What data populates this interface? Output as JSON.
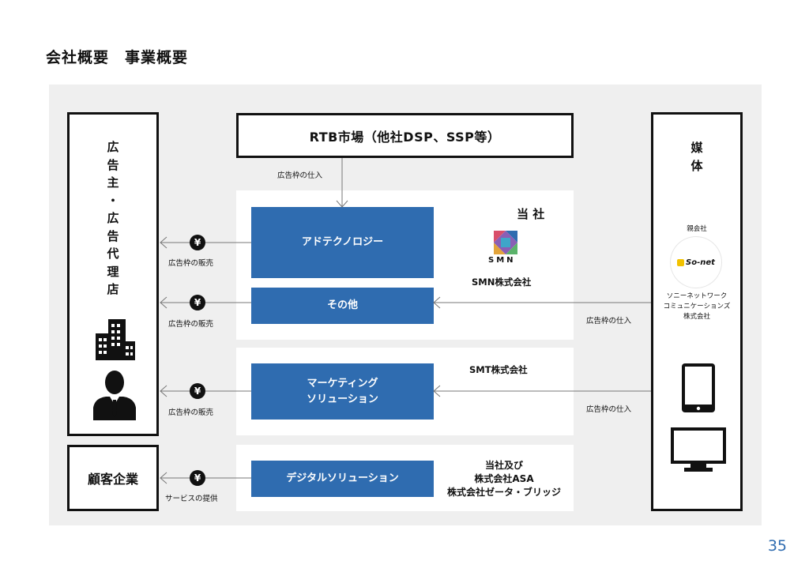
{
  "page": {
    "title": "会社概要　事業概要",
    "page_number": "35"
  },
  "market": {
    "label": "RTB市場（他社DSP、SSP等）",
    "purchase_label": "広告枠の仕入"
  },
  "advertisers": {
    "label": "広\n告\n主\n・\n広\n告\n代\n理\n店"
  },
  "customers": {
    "label": "顧客企業"
  },
  "media": {
    "label": "媒\n体",
    "parent_label": "親会社",
    "sonet_logo_text": "So-net",
    "company": "ソニーネットワーク\nコミュニケーションズ\n株式会社"
  },
  "company_section": {
    "heading": "当 社",
    "smn_logo_text": "SMN",
    "smn_name": "SMN株式会社",
    "ad_tech": "アドテクノロジー",
    "other": "その他"
  },
  "smt_section": {
    "name": "SMT株式会社",
    "marketing": "マーケティング\nソリューション"
  },
  "digital_section": {
    "companies": "当社及び\n株式会社ASA\n株式会社ゼータ・ブリッジ",
    "digital": "デジタルソリューション"
  },
  "flows": {
    "yen_symbol": "¥",
    "sale_label": "広告枠の販売",
    "service_label": "サービスの提供",
    "purchase_label": "広告枠の仕入"
  },
  "colors": {
    "accent_blue": "#2f6cb0",
    "panel_gray": "#efefef"
  }
}
